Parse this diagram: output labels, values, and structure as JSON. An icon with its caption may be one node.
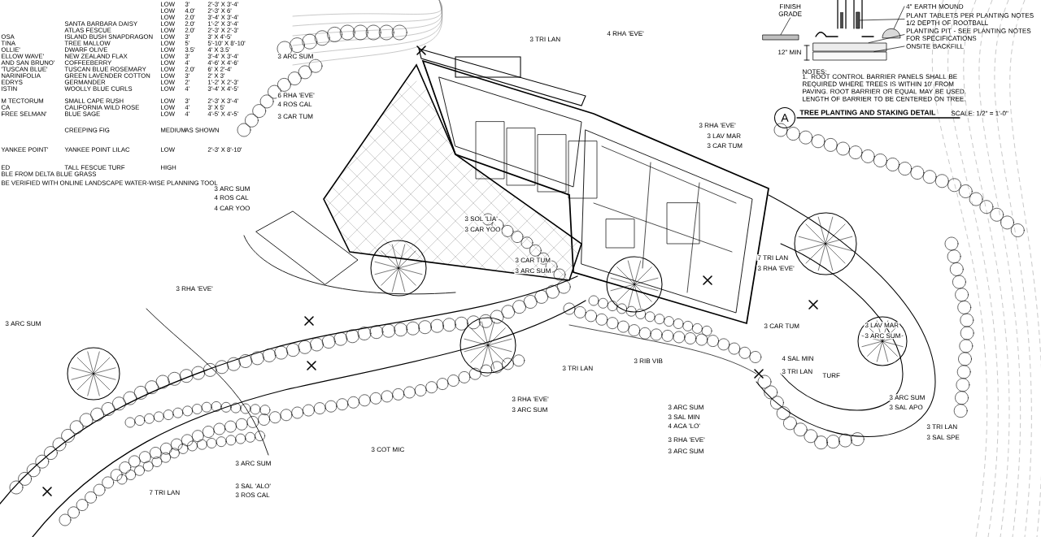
{
  "diagram": {
    "nodes": [
      {
        "text": [
          "FINISH GRADE"
        ]
      },
      {
        "text": [
          "4\" EARTH MOUND"
        ]
      },
      {
        "text": [
          "PLANT TABLETS PER PLANTING NOTES 1/2 DEPTH OF ROOTBALL"
        ]
      },
      {
        "text": [
          "PLANTING PIT - SEE PLANTING NOTES FOR SPECIFICATIONS"
        ]
      },
      {
        "text": [
          "ONSITE BACKFILL"
        ]
      },
      {
        "text": [
          "A"
        ],
        "beside": [
          "TREE PLANTING AND STAKING DETAIL"
        ]
      },
      {
        "text": [],
        "shape": "box"
      },
      {
        "text": [],
        "shape": "mound"
      },
      {
        "text": [],
        "shape": "box"
      },
      {
        "text": [],
        "shape": "box"
      },
      {
        "text": [],
        "shape": "box"
      }
    ],
    "edges": [
      {
        "from": 0,
        "to": 6,
        "arrow": "none"
      },
      {
        "from": 1,
        "to": 7,
        "arrow": "none"
      },
      {
        "from": 2,
        "to": 8,
        "arrow": "none"
      },
      {
        "from": 3,
        "to": 9,
        "arrow": "none"
      },
      {
        "from": 4,
        "to": 10,
        "arrow": "none"
      }
    ],
    "labels": [
      "12\" MIN",
      "NOTES:",
      "1. ROOT CONTROL BARRIER PANELS SHALL BE REQUIRED WHERE TREES IS WITHIN 10' FROM PAVING. ROOT BARRIER OR EQUAL MAY BE USED. LENGTH OF BARRIER TO BE CENTERED ON TREE.",
      "SCALE: 1/2\" = 1'-0\"",
      "LOW",
      "3'",
      "2'-3' X 3'-4'",
      "LOW",
      "4.0'",
      "2'-3' X 6'",
      "LOW",
      "2.0'",
      "3'-4' X 3'-4'",
      "SANTA BARBARA DAISY",
      "LOW",
      "2.0'",
      "1'-2' X 3'-4'",
      "ATLAS FESCUE",
      "LOW",
      "2.0'",
      "2'-3' X 2'-3'",
      "OSA",
      "ISLAND BUSH SNAPDRAGON",
      "LOW",
      "3'",
      "3' X 4'-5'",
      "TINA",
      "TREE MALLOW",
      "LOW",
      "5'",
      "5'-10' X 8'-10'",
      "OLLIE'",
      "DWARF OLIVE",
      "LOW",
      "3.5'",
      "4' X 3.5'",
      "ELLOW WAVE'",
      "NEW ZEALAND FLAX",
      "LOW",
      "3'",
      "3'-4' X 3'-4'",
      "AND SAN BRUNO'",
      "COFFEEBERRY",
      "LOW",
      "4'",
      "4'-6' X 4'-6'",
      "'TUSCAN BLUE'",
      "TUSCAN BLUE ROSEMARY",
      "LOW",
      "2.0'",
      "6' X 2'-4'",
      "NARINIFOLIA",
      "GREEN LAVENDER COTTON",
      "LOW",
      "3'",
      "2' X 3'",
      "EDRYS",
      "GERMANDER",
      "LOW",
      "2'",
      "1'-2' X 2'-3'",
      "ISTIN",
      "WOOLLY BLUE CURLS",
      "LOW",
      "4'",
      "3'-4' X 4'-5'",
      "M TECTORUM",
      "SMALL CAPE RUSH",
      "LOW",
      "3'",
      "2'-3' X 3'-4'",
      "CA",
      "CALIFORNIA WILD ROSE",
      "LOW",
      "4'",
      "3' X 5'",
      "FREE SELMAN'",
      "BLUE SAGE",
      "LOW",
      "4'",
      "4'-5' X 4'-5'",
      "CREEPING FIG",
      "MEDIUM",
      "AS SHOWN",
      "YANKEE POINT'",
      "YANKEE POINT LILAC",
      "LOW",
      "2'-3' X 8'-10'",
      "ED",
      "TALL FESCUE TURF",
      "HIGH",
      "BLE FROM DELTA BLUE GRASS",
      "BE VERIFIED WITH ONLINE LANDSCAPE WATER-WISE PLANNING TOOL",
      "3 TRI LAN",
      "4 RHA 'EVE'",
      "3 ARC SUM",
      "6 RHA 'EVE'",
      "4 ROS CAL",
      "3 CAR TUM",
      "3 ARC SUM",
      "4 ROS CAL",
      "4 CAR YOO",
      "3 RHA 'EVE'",
      "3 LAV MAR",
      "3 CAR TUM",
      "3 SOL 'LIA'",
      "3 CAR YOO",
      "3 CAR TUM",
      "3 ARC SUM",
      "3 RHA 'EVE'",
      "3 ARC SUM",
      "7 TRI LAN",
      "3 RHA 'EVE'",
      "3 CAR TUM",
      "3 LAV MAR",
      "3 ARC SUM",
      "4 SAL MIN",
      "3 TRI LAN",
      "TURF",
      "3 TRI LAN",
      "3 RIB VIB",
      "3 RHA 'EVE'",
      "3 ARC SUM",
      "3 ARC SUM",
      "3 SAL MIN",
      "4 ACA 'LO'",
      "3 RHA 'EVE'",
      "3 ARC SUM",
      "3 ARC SUM",
      "3 SAL APO",
      "3 TRI LAN",
      "3 SAL SPE",
      "3 COT MIC",
      "3 ARC SUM",
      "3 SAL 'ALO'",
      "3 ROS CAL",
      "7 TRI LAN"
    ]
  }
}
